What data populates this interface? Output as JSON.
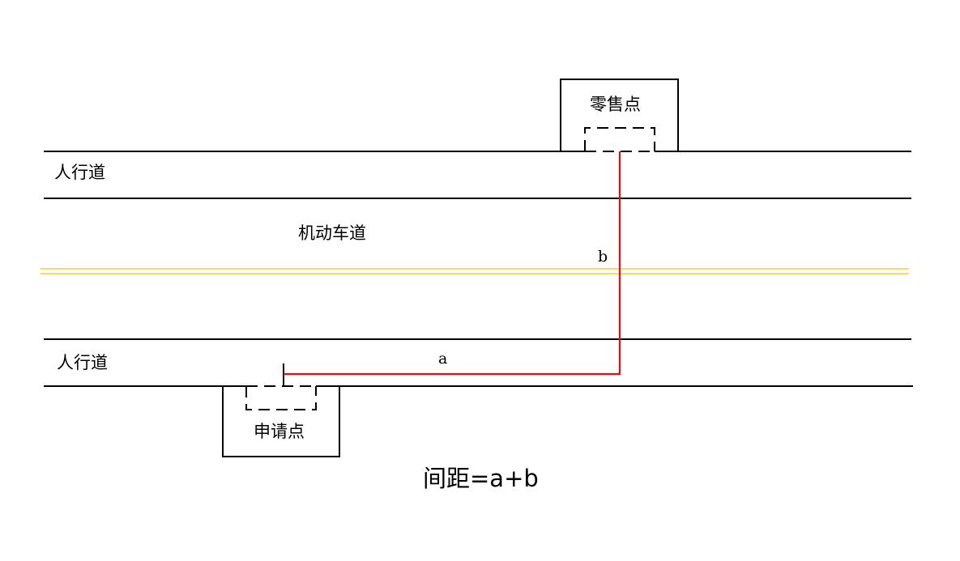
{
  "labels": {
    "sidewalk_top": "人行道",
    "motorway": "机动车道",
    "sidewalk_bottom": "人行道",
    "retail_point": "零售点",
    "application_point": "申请点",
    "segment_a": "a",
    "segment_b": "b",
    "formula": "间距=a+b"
  },
  "colors": {
    "road_line": "#000000",
    "center_line": "#f5c400",
    "distance_path": "#e01010"
  }
}
